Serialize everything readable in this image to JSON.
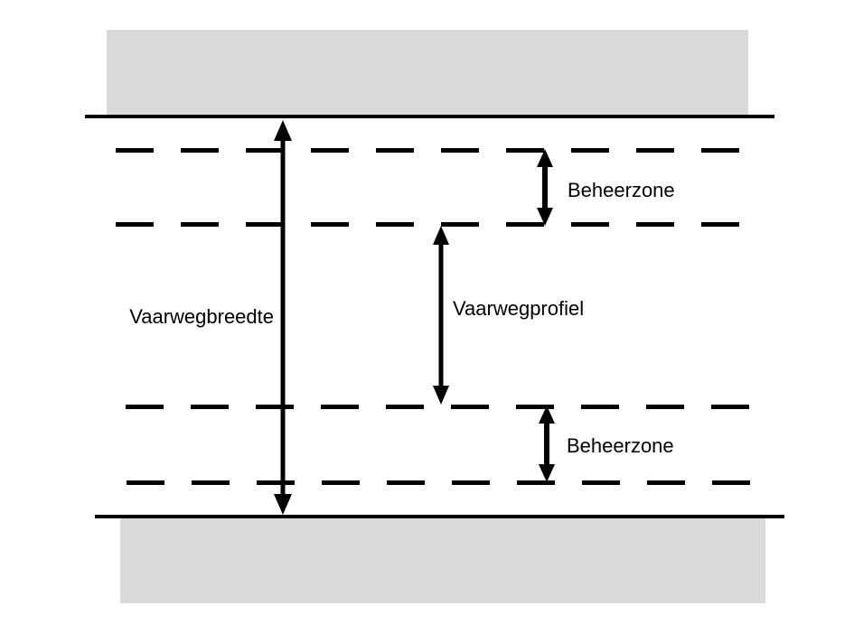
{
  "diagram": {
    "labels": {
      "waterway_width": "Vaarwegbreedte",
      "waterway_profile": "Vaarwegprofiel",
      "management_zone_top": "Beheerzone",
      "management_zone_bottom": "Beheerzone"
    },
    "colors": {
      "ink": "#000000",
      "bank_fill": "#d9d9d9",
      "background": "#ffffff"
    }
  }
}
